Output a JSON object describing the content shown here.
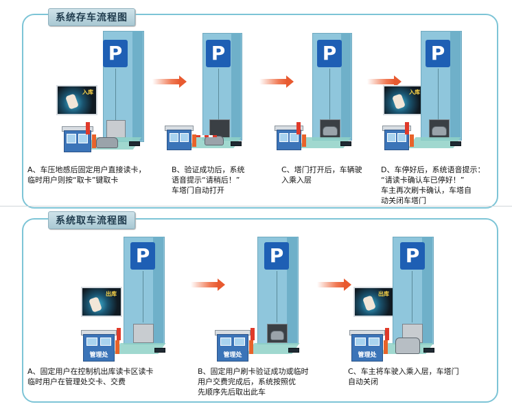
{
  "park": {
    "title": "系统存车流程图",
    "steps": [
      {
        "caption": "A、车压地感后固定用户直接读卡，\n    临时用户则按“取卡”键取卡",
        "billboard_tag": "入库"
      },
      {
        "caption": "B、验证成功后，系统\n    语音提示“请稍后！”\n    车塔门自动打开"
      },
      {
        "caption": "C、塔门打开后，车辆驶\n    入乘入层"
      },
      {
        "caption": "D、车停好后，系统语音提示：\n    “请读卡确认车已停好！”\n    车主再次刷卡确认，车塔自\n    动关闭车塔门",
        "billboard_tag": "入库"
      }
    ]
  },
  "retrieve": {
    "title": "系统取车流程图",
    "steps": [
      {
        "caption": "A、固定用户在控制机出库读卡区读卡\n    临时用户在管理处交卡、交费",
        "billboard_tag": "出库",
        "booth_label": "管理处"
      },
      {
        "caption": "B、固定用户刷卡验证成功或临时\n    用户交费完成后，系统按照优\n    先顺序先后取出此车",
        "booth_label": "管理处"
      },
      {
        "caption": "C、车主将车驶入乘入层，车塔门\n    自动关闭",
        "billboard_tag": "出库",
        "booth_label": "管理处"
      }
    ]
  },
  "logo_letter": "P",
  "colors": {
    "tower": "#8fc6dc",
    "logo": "#1e5fb4",
    "border": "#7cc4d6",
    "arrow": "#e85a30"
  }
}
